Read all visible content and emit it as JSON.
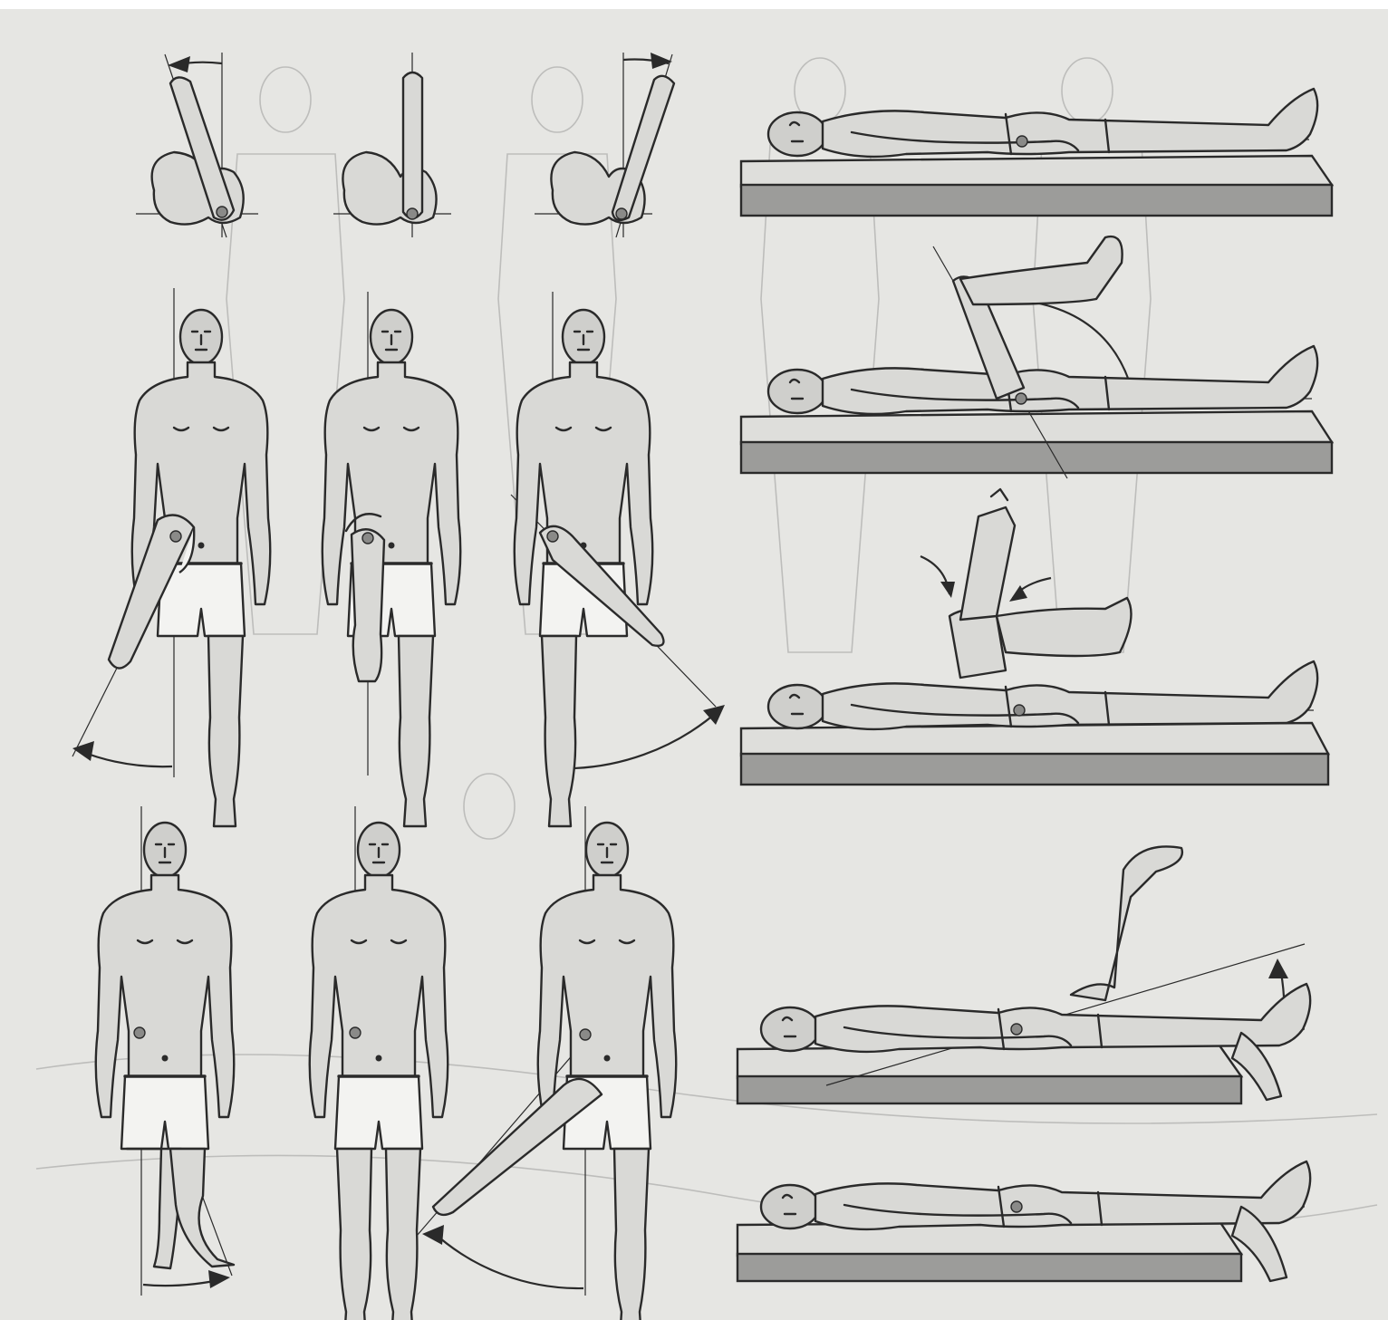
{
  "figure": {
    "colors": {
      "paper": "#e6e6e3",
      "ink": "#2a2a2a",
      "skin": "#d9d9d6",
      "table": "#9c9c9a"
    },
    "panels": [
      {
        "id": "hip-rotation-top-view-left"
      },
      {
        "id": "hip-rotation-top-view-neutral"
      },
      {
        "id": "hip-rotation-top-view-right"
      },
      {
        "id": "hip-rotation-standing-out"
      },
      {
        "id": "hip-rotation-standing-neutral"
      },
      {
        "id": "hip-rotation-standing-in"
      },
      {
        "id": "hip-adduction-standing"
      },
      {
        "id": "hip-neutral-standing"
      },
      {
        "id": "hip-abduction-standing"
      },
      {
        "id": "supine-neutral"
      },
      {
        "id": "supine-hip-flexion-bent-knee"
      },
      {
        "id": "supine-knee-flexion-assisted"
      },
      {
        "id": "supine-hip-extension-at-table-edge"
      },
      {
        "id": "supine-neutral-at-table-edge"
      }
    ]
  }
}
